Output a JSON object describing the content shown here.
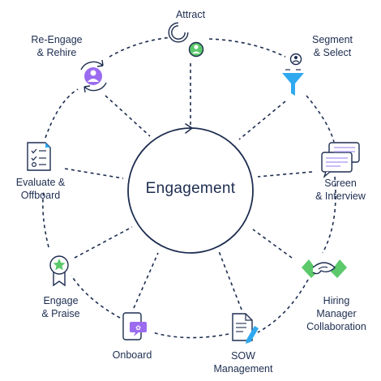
{
  "center": {
    "label": "Engagement"
  },
  "stages": [
    {
      "id": "attract",
      "label": "Attract",
      "icon": "magnet-person-icon"
    },
    {
      "id": "segment",
      "label": "Segment\n& Select",
      "icon": "funnel-person-icon"
    },
    {
      "id": "screen",
      "label": "Screen\n& Interview",
      "icon": "chat-bubbles-icon"
    },
    {
      "id": "hiring",
      "label": "Hiring\nManager\nCollaboration",
      "icon": "handshake-icon"
    },
    {
      "id": "sow",
      "label": "SOW\nManagement",
      "icon": "document-pen-icon"
    },
    {
      "id": "onboard",
      "label": "Onboard",
      "icon": "phone-message-icon"
    },
    {
      "id": "engage",
      "label": "Engage\n& Praise",
      "icon": "award-ribbon-icon"
    },
    {
      "id": "evaluate",
      "label": "Evaluate &\nOffboard",
      "icon": "checklist-icon"
    },
    {
      "id": "reengage",
      "label": "Re-Engage\n& Rehire",
      "icon": "cycle-person-icon"
    }
  ],
  "colors": {
    "ink": "#1d2d50",
    "green": "#5cc96b",
    "purple": "#9b6cf0",
    "blue": "#2fa9f0",
    "lavender": "#b7a6f3"
  }
}
